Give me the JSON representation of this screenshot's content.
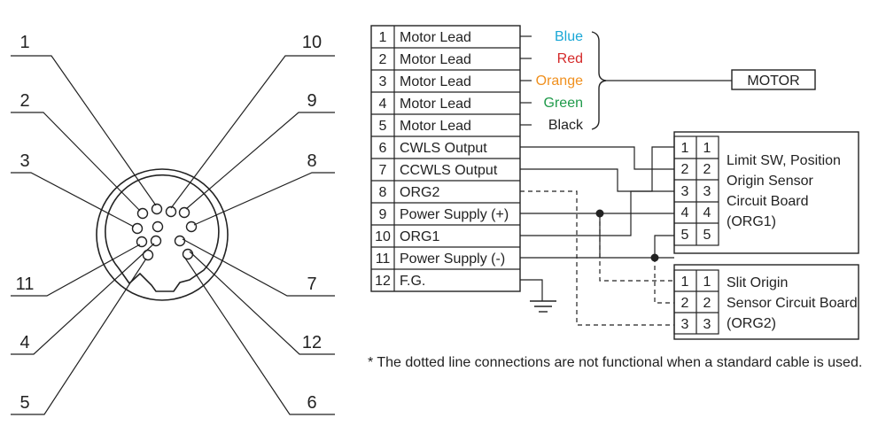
{
  "connector_pins": [
    {
      "label": "1"
    },
    {
      "label": "2"
    },
    {
      "label": "3"
    },
    {
      "label": "11"
    },
    {
      "label": "4"
    },
    {
      "label": "5"
    },
    {
      "label": "10"
    },
    {
      "label": "9"
    },
    {
      "label": "8"
    },
    {
      "label": "7"
    },
    {
      "label": "12"
    },
    {
      "label": "6"
    }
  ],
  "pin_table": [
    {
      "num": "1",
      "name": "Motor Lead"
    },
    {
      "num": "2",
      "name": "Motor Lead"
    },
    {
      "num": "3",
      "name": "Motor Lead"
    },
    {
      "num": "4",
      "name": "Motor Lead"
    },
    {
      "num": "5",
      "name": "Motor Lead"
    },
    {
      "num": "6",
      "name": "CWLS Output"
    },
    {
      "num": "7",
      "name": "CCWLS Output"
    },
    {
      "num": "8",
      "name": "ORG2"
    },
    {
      "num": "9",
      "name": "Power Supply (+)"
    },
    {
      "num": "10",
      "name": "ORG1"
    },
    {
      "num": "11",
      "name": "Power Supply (-)"
    },
    {
      "num": "12",
      "name": "F.G."
    }
  ],
  "wire_colors": [
    {
      "label": "Blue",
      "color": "#1aa7d6"
    },
    {
      "label": "Red",
      "color": "#d42a2a"
    },
    {
      "label": "Orange",
      "color": "#f0901e"
    },
    {
      "label": "Green",
      "color": "#1f9a4a"
    },
    {
      "label": "Black",
      "color": "#222222"
    }
  ],
  "motor_label": "MOTOR",
  "org1_board": {
    "pins": [
      "1",
      "2",
      "3",
      "4",
      "5"
    ],
    "lines": [
      "Limit SW, Position",
      "Origin Sensor",
      "Circuit Board",
      "(ORG1)"
    ]
  },
  "org2_board": {
    "pins": [
      "1",
      "2",
      "3"
    ],
    "lines": [
      "Slit Origin",
      "Sensor Circuit Board",
      "(ORG2)"
    ]
  },
  "footnote": "* The dotted line connections are not functional when a standard cable is used."
}
